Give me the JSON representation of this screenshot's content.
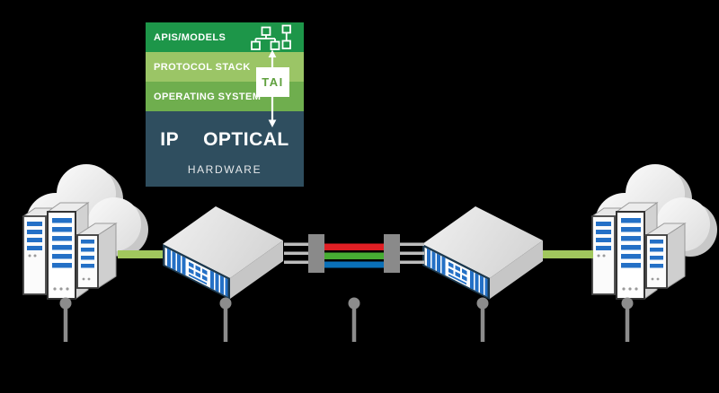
{
  "stack": {
    "layers": [
      {
        "label": "APIS/MODELS"
      },
      {
        "label": "PROTOCOL STACK"
      },
      {
        "label": "OPERATING SYSTEM"
      }
    ],
    "tai_label": "TAI",
    "hardware": {
      "ip": "IP",
      "optical": "OPTICAL",
      "label": "HARDWARE"
    }
  },
  "icons": {
    "topology": "network-topology-icon",
    "tai_arrow": "bidirectional-arrow-icon",
    "cloud_left": "cloud-servers-icon",
    "cloud_right": "cloud-servers-icon",
    "device_left": "optical-whitebox-switch-icon",
    "device_right": "optical-whitebox-switch-icon",
    "transponder_blocks": "mux-block-icon",
    "pins": "callout-pin-icon"
  },
  "colors": {
    "background": "#000000",
    "layer_apis": "#1D9649",
    "layer_protocol": "#9BC566",
    "layer_os": "#6FAE4E",
    "layer_hardware": "#2F4E5F",
    "tai_text": "#5FA03E",
    "wavelength_red": "#E01F24",
    "wavelength_green": "#47AD33",
    "wavelength_blue": "#0A70B8",
    "link_green": "#A1C75D",
    "device_stripe_blue": "#2470C6",
    "connector_gray": "#8A8A8A",
    "fiber_gray": "#BDBDBD",
    "pin_gray": "#8C8C8C"
  }
}
